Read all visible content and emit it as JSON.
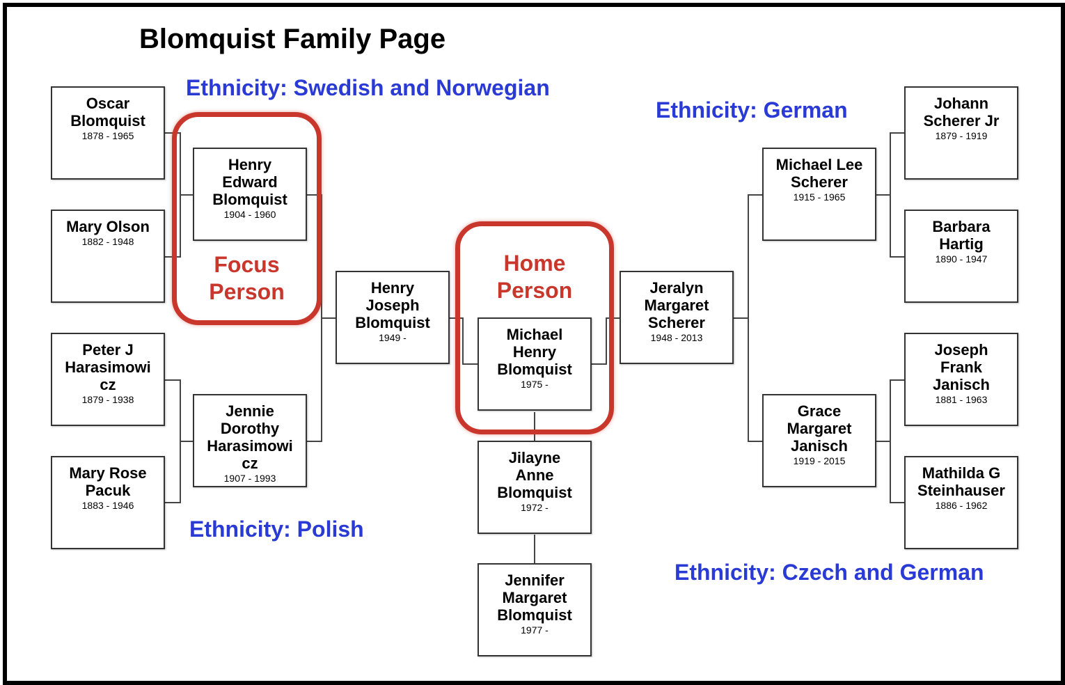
{
  "title": "Blomquist Family Page",
  "colors": {
    "ethnicity": "#2a3ad4",
    "highlight": "#c9372c",
    "frame": "#000000"
  },
  "ethnicities": {
    "swedish": "Ethnicity: Swedish and Norwegian",
    "german": "Ethnicity: German",
    "polish": "Ethnicity: Polish",
    "czech": "Ethnicity: Czech and German"
  },
  "highlights": {
    "focus": "Focus\nPerson",
    "home": "Home\nPerson"
  },
  "people": {
    "oscar": {
      "name": "Oscar\nBlomquist",
      "dates": "1878 - 1965"
    },
    "mary_olson": {
      "name": "Mary Olson",
      "dates": "1882 - 1948"
    },
    "peter": {
      "name": "Peter J\nHarasimowi\ncz",
      "dates": "1879 - 1938"
    },
    "mary_rose": {
      "name": "Mary Rose\nPacuk",
      "dates": "1883 - 1946"
    },
    "henry_edward": {
      "name": "Henry\nEdward\nBlomquist",
      "dates": "1904 - 1960"
    },
    "jennie": {
      "name": "Jennie\nDorothy\nHarasimowi\ncz",
      "dates": "1907 - 1993"
    },
    "henry_joseph": {
      "name": "Henry\nJoseph\nBlomquist",
      "dates": "1949 -"
    },
    "michael_henry": {
      "name": "Michael\nHenry\nBlomquist",
      "dates": "1975 -"
    },
    "jilayne": {
      "name": "Jilayne\nAnne\nBlomquist",
      "dates": "1972 -"
    },
    "jennifer": {
      "name": "Jennifer\nMargaret\nBlomquist",
      "dates": "1977 -"
    },
    "jeralyn": {
      "name": "Jeralyn\nMargaret\nScherer",
      "dates": "1948 - 2013"
    },
    "michael_lee": {
      "name": "Michael Lee\nScherer",
      "dates": "1915 - 1965"
    },
    "grace": {
      "name": "Grace\nMargaret\nJanisch",
      "dates": "1919 - 2015"
    },
    "johann": {
      "name": "Johann\nScherer Jr",
      "dates": "1879 - 1919"
    },
    "barbara": {
      "name": "Barbara\nHartig",
      "dates": "1890 - 1947"
    },
    "joseph_frank": {
      "name": "Joseph\nFrank\nJanisch",
      "dates": "1881 - 1963"
    },
    "mathilda": {
      "name": "Mathilda G\nSteinhauser",
      "dates": "1886 - 1962"
    }
  }
}
